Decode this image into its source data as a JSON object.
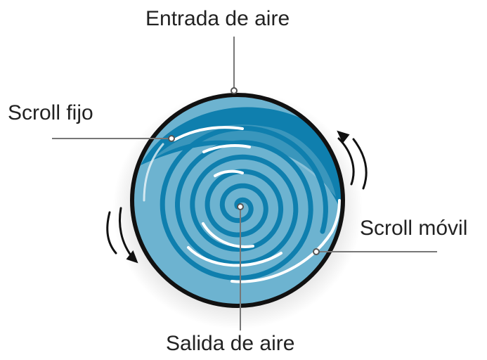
{
  "labels": {
    "air_inlet": "Entrada de aire",
    "fixed_scroll": "Scroll fijo",
    "orbiting_scroll": "Scroll móvil",
    "air_outlet": "Salida de aire"
  },
  "colors": {
    "disc_fill": "#6db3d0",
    "disc_dark": "#0f7fae",
    "spiral": "#0f7fae",
    "highlight": "#ffffff",
    "outline": "#111111",
    "leader_line": "#777777",
    "text": "#222222"
  }
}
